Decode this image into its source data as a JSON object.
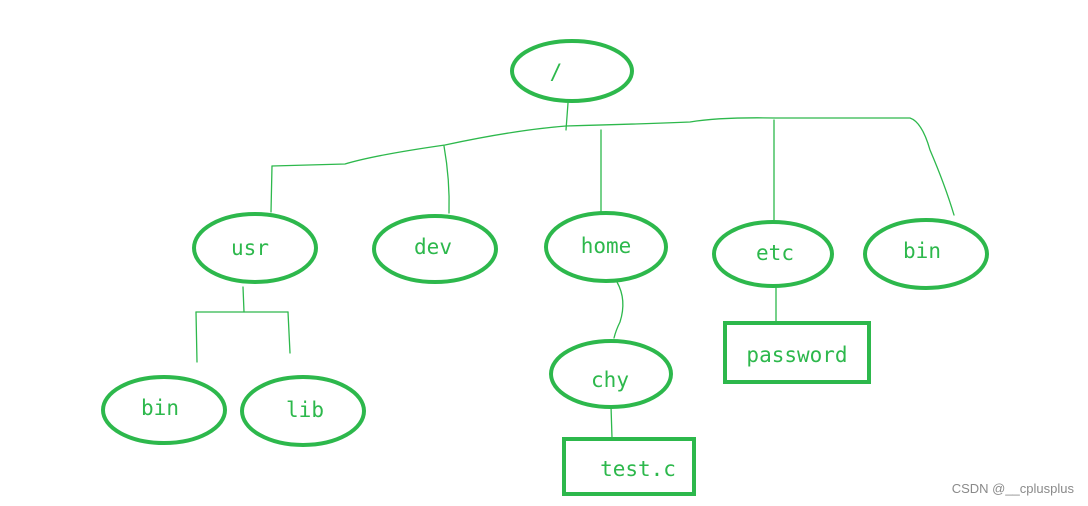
{
  "colors": {
    "stroke": "#2db84c",
    "text": "#2db84c",
    "watermark": "#8a8a8a"
  },
  "nodes": {
    "root": "/",
    "usr": "usr",
    "dev": "dev",
    "home": "home",
    "etc": "etc",
    "bin_top": "bin",
    "usr_bin": "bin",
    "usr_lib": "lib",
    "chy": "chy",
    "password": "password",
    "test_c": "test.c"
  },
  "watermark": "CSDN @__cplusplus"
}
